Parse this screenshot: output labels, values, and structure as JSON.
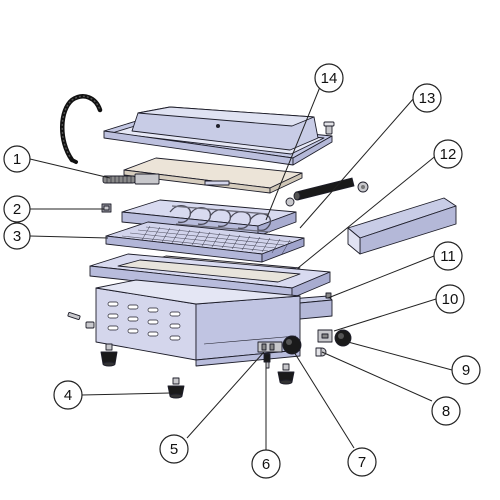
{
  "callouts": [
    {
      "n": "1"
    },
    {
      "n": "2"
    },
    {
      "n": "3"
    },
    {
      "n": "4"
    },
    {
      "n": "5"
    },
    {
      "n": "6"
    },
    {
      "n": "7"
    },
    {
      "n": "8"
    },
    {
      "n": "9"
    },
    {
      "n": "10"
    },
    {
      "n": "11"
    },
    {
      "n": "12"
    },
    {
      "n": "13"
    },
    {
      "n": "14"
    }
  ],
  "colors": {
    "panel": "#d4d6ec",
    "panel_dark": "#b4b8d8",
    "panel_light": "#e6e8f6",
    "plate": "#ece4d8",
    "metal": "#c8c8cc",
    "dark": "#1a1a1a",
    "outline": "#1e1e2a"
  }
}
